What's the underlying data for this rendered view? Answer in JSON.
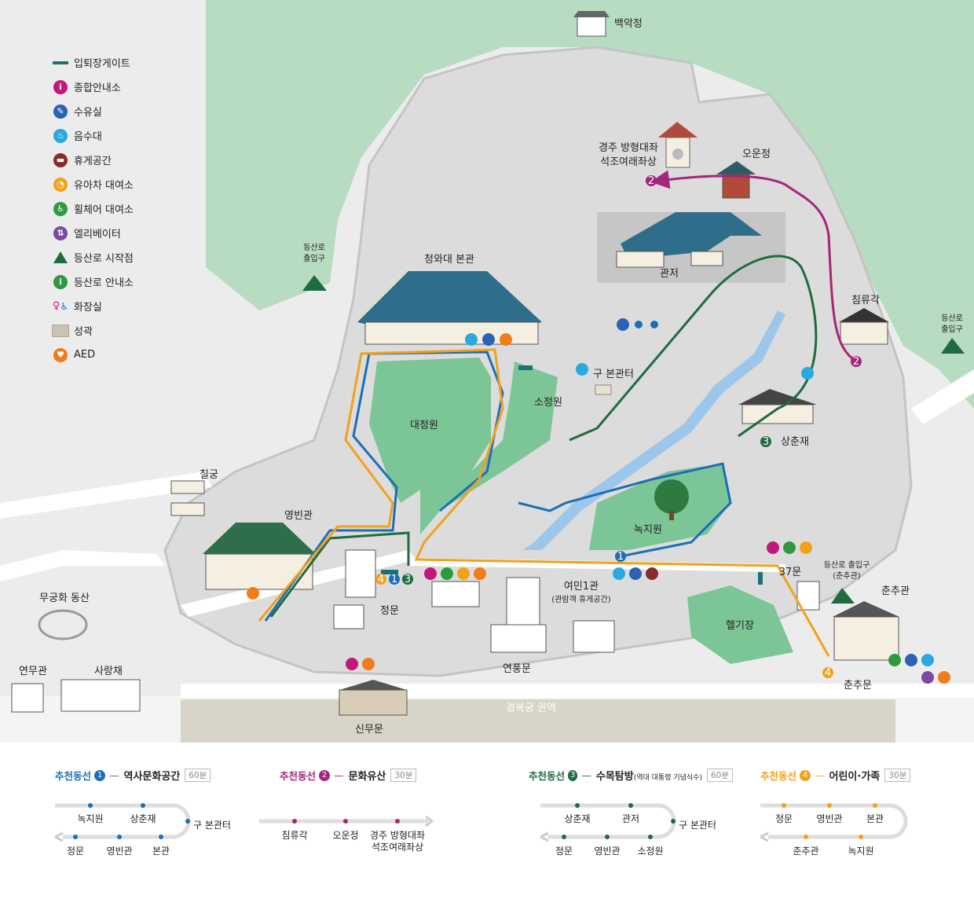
{
  "colors": {
    "route1": "#1a6fb8",
    "route2": "#a3267a",
    "route3": "#1e6b3f",
    "route4": "#f0a21a",
    "gate": "#1d6f7a",
    "park": "#7cc597",
    "mountain": "#b8dcc2",
    "building_roof": "#2e6e8a"
  },
  "legend": [
    {
      "icon": "gate-line-icon",
      "label": "입퇴장게이트"
    },
    {
      "icon": "info-icon",
      "label": "종합안내소"
    },
    {
      "icon": "nursing-room-icon",
      "label": "수유실"
    },
    {
      "icon": "drinking-fountain-icon",
      "label": "음수대"
    },
    {
      "icon": "rest-area-icon",
      "label": "휴게공간"
    },
    {
      "icon": "stroller-rental-icon",
      "label": "유아차 대여소"
    },
    {
      "icon": "wheelchair-rental-icon",
      "label": "휠체어 대여소"
    },
    {
      "icon": "elevator-icon",
      "label": "엘리베이터"
    },
    {
      "icon": "trail-start-icon",
      "label": "등산로 시작점"
    },
    {
      "icon": "trail-info-icon",
      "label": "등산로 안내소"
    },
    {
      "icon": "restroom-icon",
      "label": "화장실"
    },
    {
      "icon": "fortress-wall-icon",
      "label": "성곽"
    },
    {
      "icon": "aed-icon",
      "label": "AED"
    }
  ],
  "places": {
    "baegakjeong": "백악정",
    "seokjo_line1": "경주 방형대좌",
    "seokjo_line2": "석조여래좌상",
    "oun": "오운정",
    "gwanjeo": "관저",
    "chimryugak": "침류각",
    "trail_entry_right_1": "등산로",
    "trail_entry_right_2": "출입구",
    "trail_entry_left_1": "등산로",
    "trail_entry_left_2": "출입구",
    "main_hall": "청와대 본관",
    "old_main": "구 본관터",
    "sojeongwon": "소정원",
    "daejeongwon": "대정원",
    "sangchunjae": "상춘재",
    "nokjiwon": "녹지원",
    "chilgung": "칠궁",
    "yeongbingwan": "영빈관",
    "mugunghwa": "무궁화 동산",
    "yeonmugwan": "연무관",
    "sarangchae": "사랑채",
    "jeongmun": "정문",
    "sinmumun": "신무문",
    "yeonpungmun": "연풍문",
    "yeomin": "여민1관",
    "yeomin_sub": "(관람객 휴게공간)",
    "gate37": "37문",
    "trail_chunchu_1": "등산로 출입구",
    "trail_chunchu_2": "(춘추관)",
    "chunchugwan": "춘추관",
    "chunchumun": "춘추문",
    "heliport": "헬기장",
    "gyeongbokgung": "경복궁 권역"
  },
  "route_badges": {
    "r1": "1",
    "r2": "2",
    "r3": "3",
    "r4": "4"
  },
  "routes": [
    {
      "label": "추천동선",
      "num": "1",
      "dash": "—",
      "name": "역사문화공간",
      "sub": "",
      "time": "60분",
      "top": [
        "녹지원",
        "상춘재"
      ],
      "turn": "구 본관터",
      "bottom": [
        "정문",
        "영빈관",
        "본관"
      ]
    },
    {
      "label": "추천동선",
      "num": "2",
      "dash": "—",
      "name": "문화유산",
      "sub": "",
      "time": "30분",
      "stops": [
        "침류각",
        "오운정"
      ],
      "last1": "경주 방형대좌",
      "last2": "석조여래좌상"
    },
    {
      "label": "추천동선",
      "num": "3",
      "dash": "—",
      "name": "수목탐방",
      "sub": "(역대 대통령 기념식수)",
      "time": "60분",
      "top": [
        "상춘재",
        "관저"
      ],
      "turn": "구 본관터",
      "bottom": [
        "정문",
        "영빈관",
        "소정원"
      ]
    },
    {
      "label": "추천동선",
      "num": "4",
      "dash": "—",
      "name": "어린이·가족",
      "sub": "",
      "time": "30분",
      "top": [
        "정문",
        "영빈관",
        "본관"
      ],
      "bottom": [
        "춘추관",
        "녹지원"
      ]
    }
  ]
}
